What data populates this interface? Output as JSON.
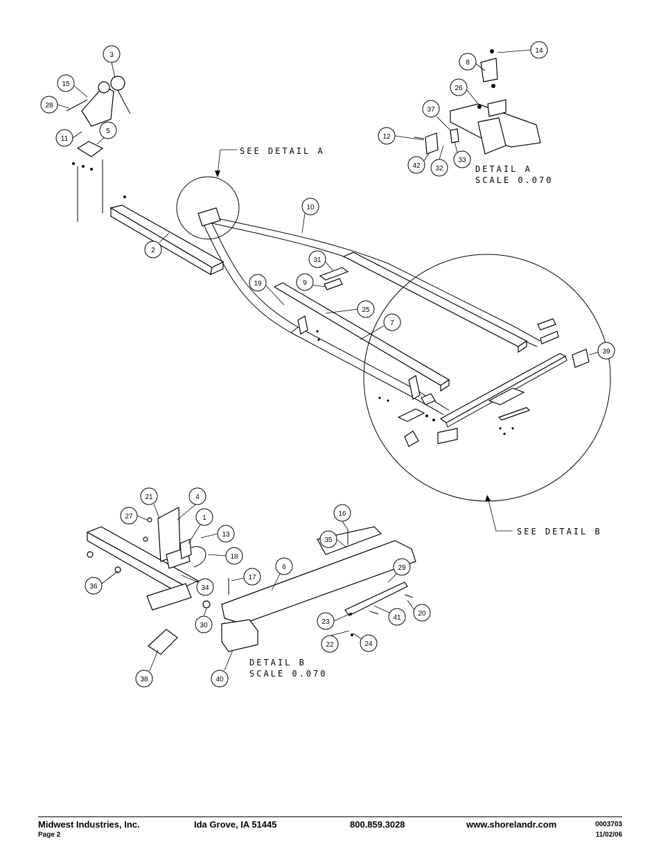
{
  "callouts": [
    "1",
    "2",
    "3",
    "4",
    "5",
    "6",
    "7",
    "8",
    "9",
    "10",
    "11",
    "12",
    "13",
    "14",
    "15",
    "16",
    "17",
    "18",
    "19",
    "20",
    "21",
    "22",
    "23",
    "24",
    "25",
    "26",
    "27",
    "28",
    "29",
    "30",
    "31",
    "32",
    "33",
    "34",
    "35",
    "36",
    "37",
    "38",
    "39",
    "40",
    "41",
    "42"
  ],
  "labels": {
    "see_detail_a": "SEE DETAIL A",
    "see_detail_b": "SEE DETAIL B",
    "detail_a_title": "DETAIL A",
    "detail_a_scale": "SCALE 0.070",
    "detail_b_title": "DETAIL B",
    "detail_b_scale": "SCALE 0.070"
  },
  "footer": {
    "company": "Midwest Industries, Inc.",
    "page": "Page 2",
    "address": "Ida Grove, IA  51445",
    "phone": "800.859.3028",
    "website": "www.shorelandr.com",
    "doc_number": "0003703",
    "date": "11/02/06"
  }
}
